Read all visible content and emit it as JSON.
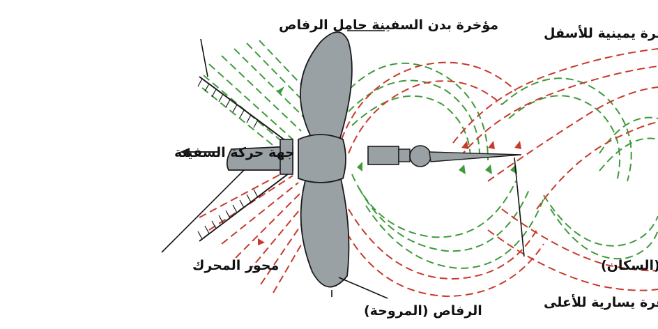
{
  "labels": {
    "hull_stern": "مؤخرة بدن السفينة حامل الرفاص",
    "blade_down": "شفرة يمينية للأسفل",
    "ship_direction": "جهة حركة السفينة",
    "engine_shaft": "محور المحرك",
    "rudder": "الدفة (السكان)",
    "blade_up": "شفرة يسارية للأعلى",
    "propeller": "الرفاص (المروحة)"
  },
  "colors": {
    "green_flow": "#3f9a3c",
    "red_flow": "#c8392b",
    "metal_fill": "#9aa1a5",
    "outline": "#1a1a1a"
  },
  "icons": [
    "arrow-left-icon",
    "flow-arrow-icon"
  ]
}
